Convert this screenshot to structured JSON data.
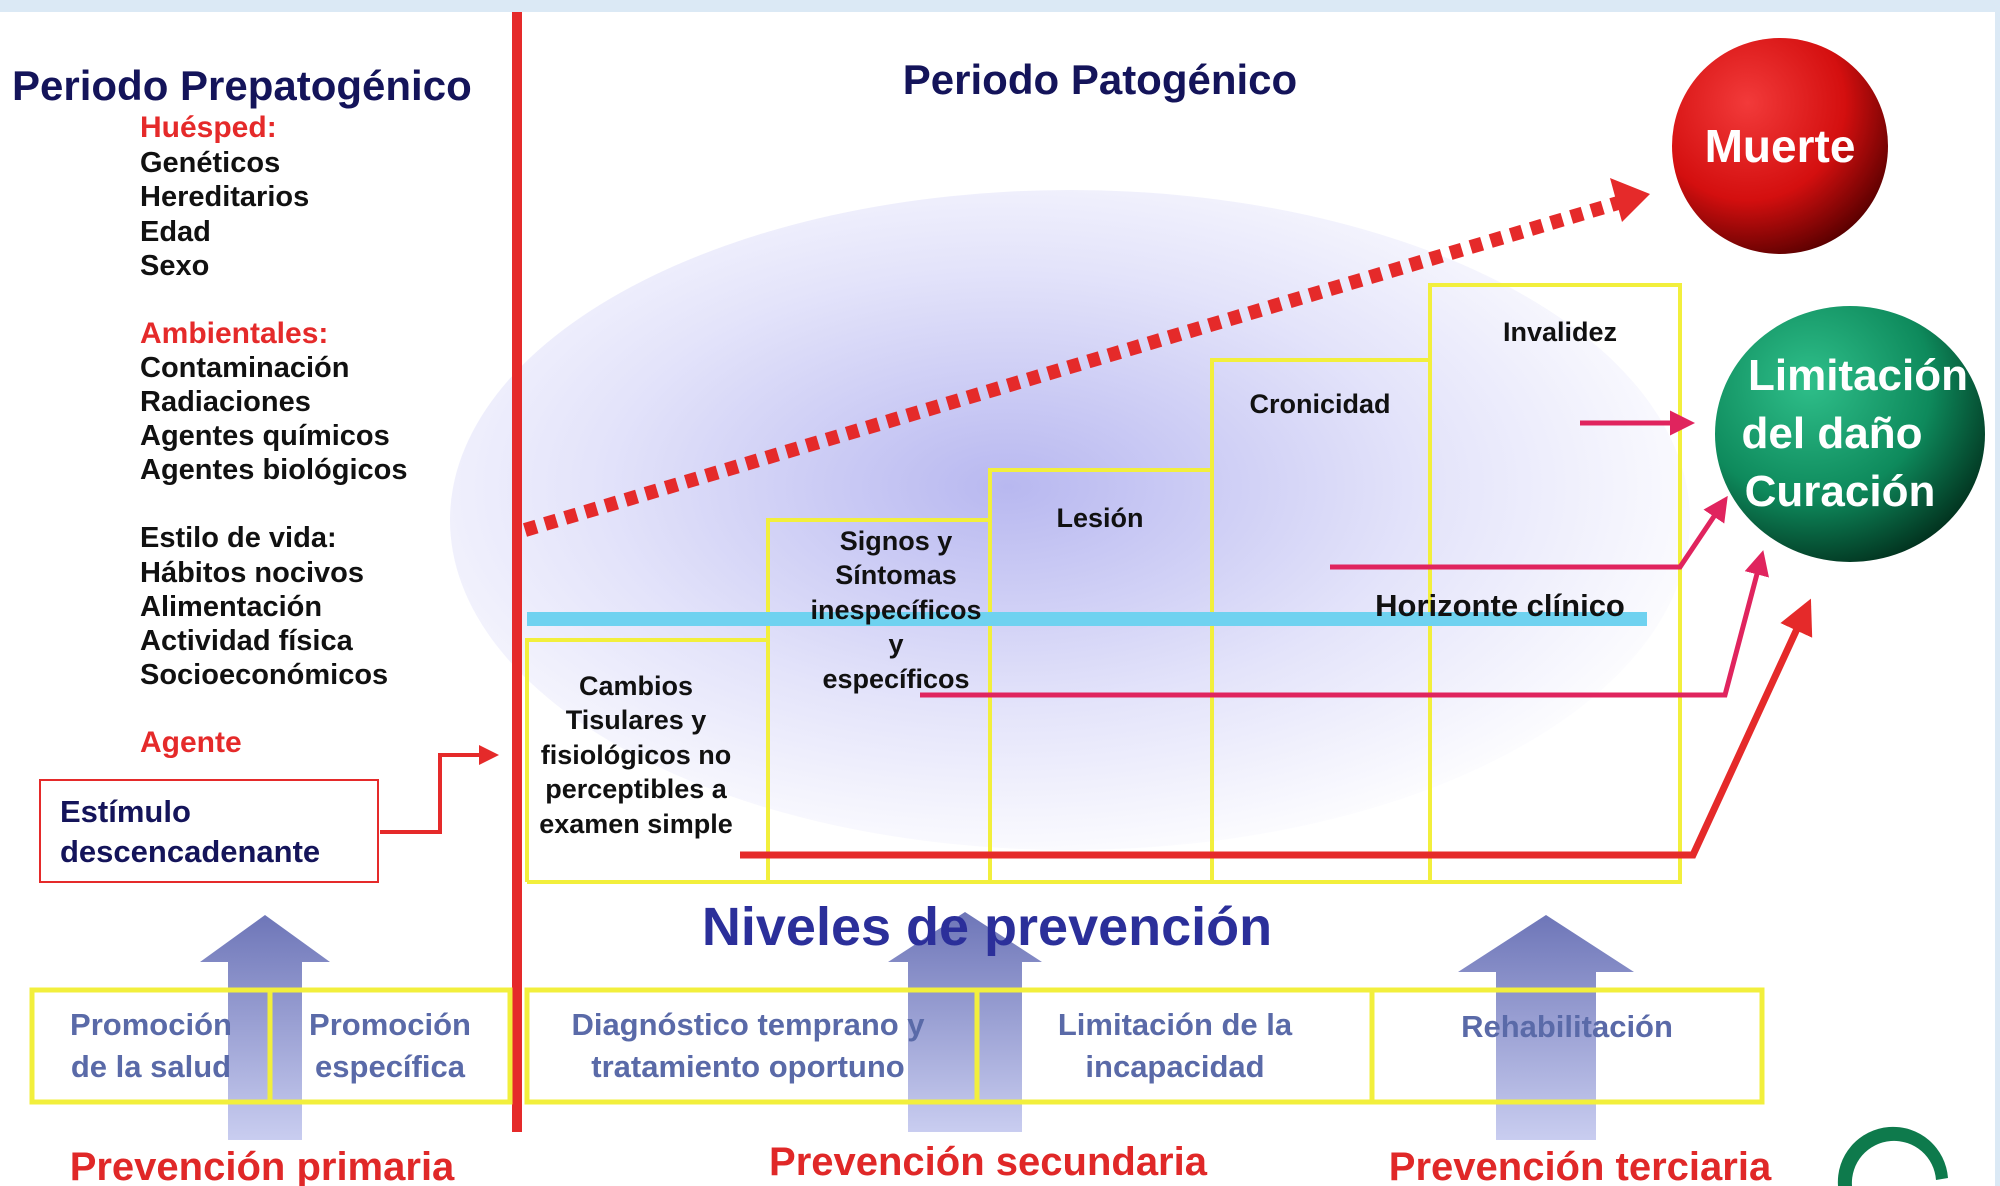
{
  "prepatogenic": {
    "title": "Periodo Prepatogénico",
    "host_label": "Huésped:",
    "host_items": [
      "Genéticos",
      "Hereditarios",
      "Edad",
      "Sexo"
    ],
    "env_label": "Ambientales:",
    "env_items": [
      "Contaminación",
      "Radiaciones",
      "Agentes químicos",
      "Agentes biológicos"
    ],
    "life_label": "Estilo de vida:",
    "life_items": [
      "Hábitos nocivos",
      "Alimentación",
      "Actividad física",
      "Socioeconómicos"
    ],
    "agent_label": "Agente",
    "stimulus_lines": [
      "Estímulo",
      "descencadenante"
    ]
  },
  "patogenic": {
    "title": "Periodo Patogénico",
    "stage1_lines": [
      "Cambios",
      "Tisulares y",
      "fisiológicos no",
      "perceptibles a",
      "examen simple"
    ],
    "stage2_lines": [
      "Signos y",
      "Síntomas",
      "inespecíficos",
      "y",
      "específicos"
    ],
    "stage3": "Lesión",
    "stage4": "Cronicidad",
    "stage5": "Invalidez",
    "horizon": "Horizonte clínico"
  },
  "outcomes": {
    "death": "Muerte",
    "limitation_lines": [
      "Limitación",
      "del daño",
      "Curación"
    ]
  },
  "prevention": {
    "title": "Niveles de prevención",
    "boxes": [
      [
        "Promoción",
        "de la salud"
      ],
      [
        "Promoción",
        "específica"
      ],
      [
        "Diagnóstico temprano y",
        "tratamiento oportuno"
      ],
      [
        "Limitación de la",
        "incapacidad"
      ],
      [
        "Rehabilitación"
      ]
    ],
    "primary": "Prevención primaria",
    "secondary": "Prevención secundaria",
    "tertiary": "Prevención terciaria"
  },
  "colors": {
    "red": "#e52a2a",
    "dark_blue": "#14145a",
    "yellow": "#f2ef3c",
    "horizon_blue": "#6fd2f0",
    "magenta": "#e0245e",
    "death_ball": "#d40f0f",
    "limitation_ball": "#0e8a5c"
  }
}
